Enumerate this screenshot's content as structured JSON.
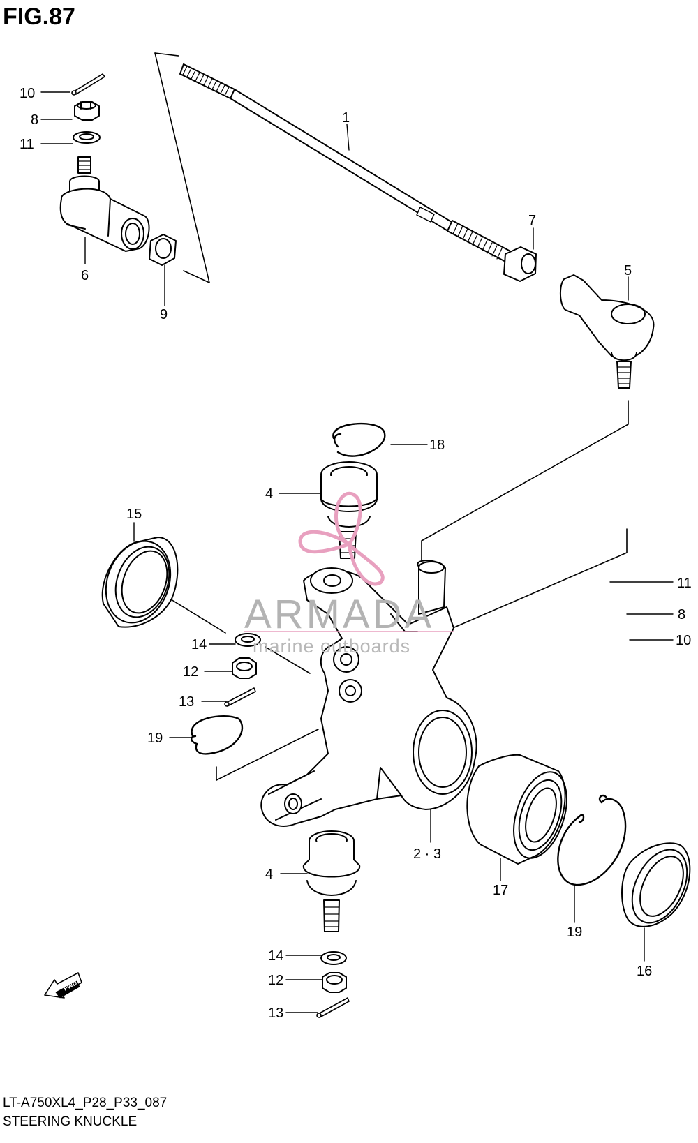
{
  "figure": {
    "title": "FIG.87",
    "model_code": "LT-A750XL4_P28_P33_087",
    "name": "STEERING KNUCKLE"
  },
  "watermark": {
    "brand": "ARMADA",
    "tagline": "marine outboards",
    "logo_color": "#e8a0bf"
  },
  "fwd_label": "FWD",
  "callouts": {
    "c1": "1",
    "c2_3": "2 · 3",
    "c4_top": "4",
    "c4_bottom": "4",
    "c5": "5",
    "c6": "6",
    "c7": "7",
    "c8_left": "8",
    "c8_right": "8",
    "c9": "9",
    "c10_left": "10",
    "c10_right": "10",
    "c11_left": "11",
    "c11_right": "11",
    "c12_mid": "12",
    "c12_bottom": "12",
    "c13_mid": "13",
    "c13_bottom": "13",
    "c14_mid": "14",
    "c14_bottom": "14",
    "c15": "15",
    "c16": "16",
    "c17": "17",
    "c18": "18",
    "c19_left": "19",
    "c19_right": "19"
  }
}
